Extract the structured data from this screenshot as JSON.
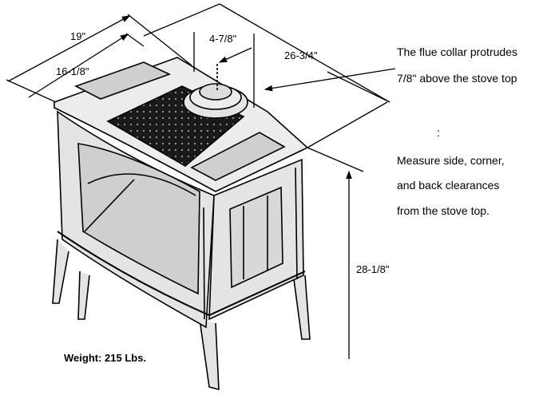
{
  "dimensions": {
    "width_overall": "19\"",
    "width_inner": "16-1/8\"",
    "flue_offset": "4-7/8\"",
    "depth": "26-3/4\"",
    "height": "28-1/8\""
  },
  "notes": {
    "flue_line1": "The flue collar protrudes",
    "flue_line2": "7/8\" above the stove top",
    "colon": ":",
    "measure_line1": "Measure side, corner,",
    "measure_line2": "and back clearances",
    "measure_line3": "from the stove top."
  },
  "weight": "Weight: 215 Lbs.",
  "colors": {
    "line": "#000000",
    "glass": "#cfcfcf",
    "cooktop": "#1a1a1a",
    "body": "#e4e4e4"
  }
}
